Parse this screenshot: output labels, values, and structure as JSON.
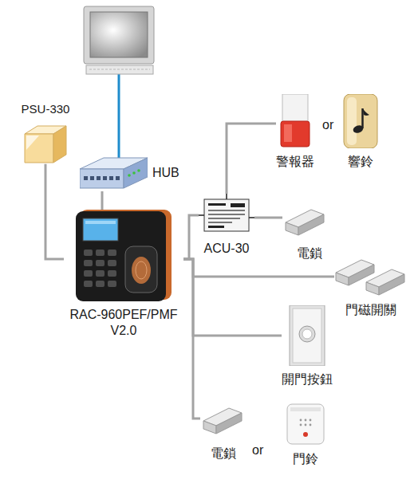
{
  "diagram": {
    "nodes": [
      {
        "text": [
          "PSU-330"
        ]
      },
      {
        "text": [
          "HUB"
        ]
      },
      {
        "text": [
          "RAC-960PEF/PMF V2.0"
        ]
      },
      {
        "text": [
          "ACU-30"
        ]
      },
      {
        "text": [
          "警報器"
        ]
      },
      {
        "text": [
          "響鈴"
        ]
      },
      {
        "text": [
          "電鎖"
        ]
      },
      {
        "text": [
          "門磁開關"
        ]
      },
      {
        "text": [
          "開門按鈕"
        ]
      },
      {
        "text": [
          "電鎖"
        ]
      },
      {
        "text": [
          "門鈴"
        ]
      }
    ],
    "edges": [
      {
        "from": 0,
        "to": 2,
        "arrow": "none"
      },
      {
        "from": 1,
        "to": 2,
        "arrow": "none"
      },
      {
        "from": 2,
        "to": 3,
        "arrow": "none"
      },
      {
        "from": 3,
        "to": 4,
        "arrow": "none"
      },
      {
        "from": 3,
        "to": 6,
        "arrow": "none"
      },
      {
        "from": 2,
        "to": 7,
        "arrow": "none"
      },
      {
        "from": 2,
        "to": 8,
        "arrow": "none"
      },
      {
        "from": 2,
        "to": 9,
        "arrow": "none"
      }
    ],
    "labels": [
      "or",
      "or"
    ]
  }
}
